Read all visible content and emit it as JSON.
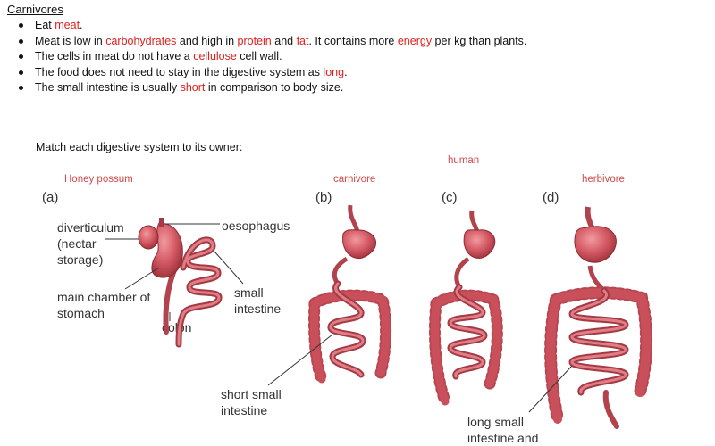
{
  "heading": "Carnivores",
  "bullets": [
    {
      "parts": [
        {
          "text": "Eat "
        },
        {
          "text": "meat",
          "red": true
        },
        {
          "text": "."
        }
      ]
    },
    {
      "parts": [
        {
          "text": "Meat is low in "
        },
        {
          "text": "carbohydrates",
          "red": true
        },
        {
          "text": " and high in "
        },
        {
          "text": "protein",
          "red": true
        },
        {
          "text": "  and "
        },
        {
          "text": "fat",
          "red": true
        },
        {
          "text": ". It contains more  "
        },
        {
          "text": "energy",
          "red": true
        },
        {
          "text": " per kg than plants."
        }
      ]
    },
    {
      "parts": [
        {
          "text": "The cells in meat do not have a "
        },
        {
          "text": "cellulose",
          "red": true
        },
        {
          "text": " cell wall."
        }
      ]
    },
    {
      "parts": [
        {
          "text": "The food does not need to stay in the digestive system as "
        },
        {
          "text": "long",
          "red": true
        },
        {
          "text": "."
        }
      ]
    },
    {
      "parts": [
        {
          "text": "The small intestine is usually "
        },
        {
          "text": "short",
          "red": true
        },
        {
          "text": " in comparison to body size."
        }
      ]
    }
  ],
  "prompt": "Match each digestive system to its owner:",
  "annotations": {
    "a": "Honey possum",
    "b": "carnivore",
    "c": "human",
    "d": "herbivore"
  },
  "panels": {
    "a": "(a)",
    "b": "(b)",
    "c": "(c)",
    "d": "(d)"
  },
  "labels": {
    "diverticulum": "diverticulum (nectar storage)",
    "oesophagus": "oesophagus",
    "main_chamber": "main chamber of stomach",
    "small_intestine": "small intestine",
    "colon": "colon",
    "short_small_intestine": "short small intestine",
    "long_small_intestine": "long small intestine and"
  },
  "colors": {
    "accent_red": "#e02020",
    "annotation": "#d04a4a",
    "tissue": "#c9505a",
    "tissue_light": "#e8838a",
    "tissue_dark": "#8e2a34"
  }
}
